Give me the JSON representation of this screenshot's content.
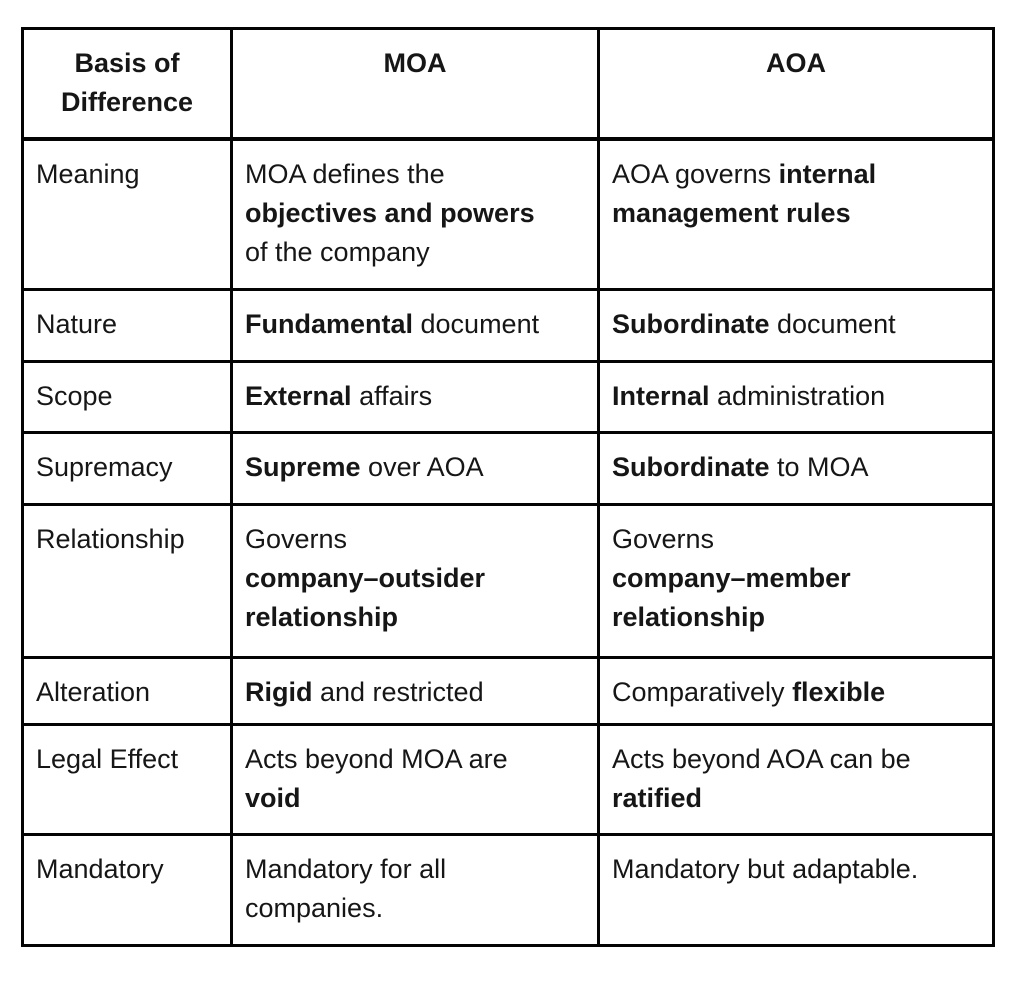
{
  "table": {
    "columns": [
      {
        "label": "Basis of Difference"
      },
      {
        "label": "MOA"
      },
      {
        "label": "AOA"
      }
    ],
    "rows": [
      {
        "basis": "Meaning",
        "moa": [
          {
            "t": "MOA defines the"
          },
          {
            "br": true
          },
          {
            "t": "objectives and powers",
            "b": true
          },
          {
            "br": true
          },
          {
            "t": "of the company"
          }
        ],
        "aoa": [
          {
            "t": "AOA governs "
          },
          {
            "t": "internal",
            "b": true
          },
          {
            "br": true
          },
          {
            "t": "management rules",
            "b": true
          }
        ]
      },
      {
        "basis": "Nature",
        "moa": [
          {
            "t": "Fundamental",
            "b": true
          },
          {
            "t": " document"
          }
        ],
        "aoa": [
          {
            "t": "Subordinate",
            "b": true
          },
          {
            "t": " document"
          }
        ]
      },
      {
        "basis": "Scope",
        "moa": [
          {
            "t": "External",
            "b": true
          },
          {
            "t": " affairs"
          }
        ],
        "aoa": [
          {
            "t": "Internal",
            "b": true
          },
          {
            "t": " administration"
          }
        ]
      },
      {
        "basis": "Supremacy",
        "moa": [
          {
            "t": "Supreme",
            "b": true
          },
          {
            "t": " over AOA"
          }
        ],
        "aoa": [
          {
            "t": "Subordinate",
            "b": true
          },
          {
            "t": " to MOA"
          }
        ]
      },
      {
        "basis": "Relationship",
        "moa": [
          {
            "t": "Governs"
          },
          {
            "br": true
          },
          {
            "t": "company–outsider",
            "b": true
          },
          {
            "br": true
          },
          {
            "t": "relationship",
            "b": true
          }
        ],
        "aoa": [
          {
            "t": "Governs"
          },
          {
            "br": true
          },
          {
            "t": "company–member",
            "b": true
          },
          {
            "br": true
          },
          {
            "t": "relationship",
            "b": true
          }
        ]
      },
      {
        "basis": "Alteration",
        "moa": [
          {
            "t": "Rigid",
            "b": true
          },
          {
            "t": " and restricted"
          }
        ],
        "aoa": [
          {
            "t": "Comparatively "
          },
          {
            "t": "flexible",
            "b": true
          }
        ]
      },
      {
        "basis": "Legal Effect",
        "moa": [
          {
            "t": "Acts beyond MOA are"
          },
          {
            "br": true
          },
          {
            "t": "void",
            "b": true
          }
        ],
        "aoa": [
          {
            "t": "Acts beyond AOA can be"
          },
          {
            "br": true
          },
          {
            "t": "ratified",
            "b": true
          }
        ]
      },
      {
        "basis": "Mandatory",
        "moa": [
          {
            "t": "Mandatory for all"
          },
          {
            "br": true
          },
          {
            "t": "companies."
          }
        ],
        "aoa": [
          {
            "t": "Mandatory but adaptable."
          }
        ]
      }
    ]
  }
}
